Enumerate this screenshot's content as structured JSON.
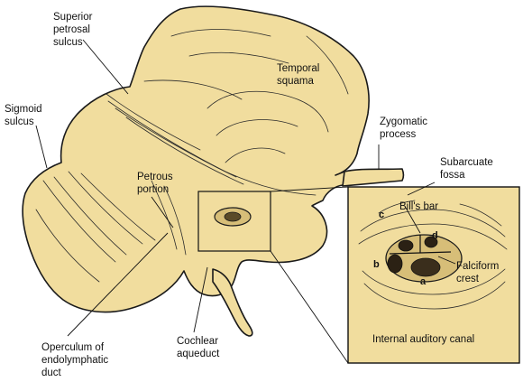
{
  "labels": {
    "superior_petrosal_sulcus": [
      "Superior",
      "petrosal",
      "sulcus"
    ],
    "temporal_squama": [
      "Temporal",
      "squama"
    ],
    "sigmoid_sulcus": [
      "Sigmoid",
      "sulcus"
    ],
    "zygomatic_process": [
      "Zygomatic",
      "process"
    ],
    "subarcuate_fossa": [
      "Subarcuate",
      "fossa"
    ],
    "petrous_portion": [
      "Petrous",
      "portion"
    ],
    "bills_bar": "Bill's bar",
    "falciform_crest": [
      "Falciform",
      "crest"
    ],
    "internal_auditory_canal": "Internal auditory canal",
    "operculum": [
      "Operculum of",
      "endolymphatic",
      "duct"
    ],
    "cochlear_aqueduct": [
      "Cochlear",
      "aqueduct"
    ]
  },
  "quadrant_letters": [
    "a",
    "b",
    "c",
    "d"
  ],
  "colors": {
    "bone": "#f1dd9e",
    "outline": "#1a1a1a",
    "background": "#ffffff"
  }
}
